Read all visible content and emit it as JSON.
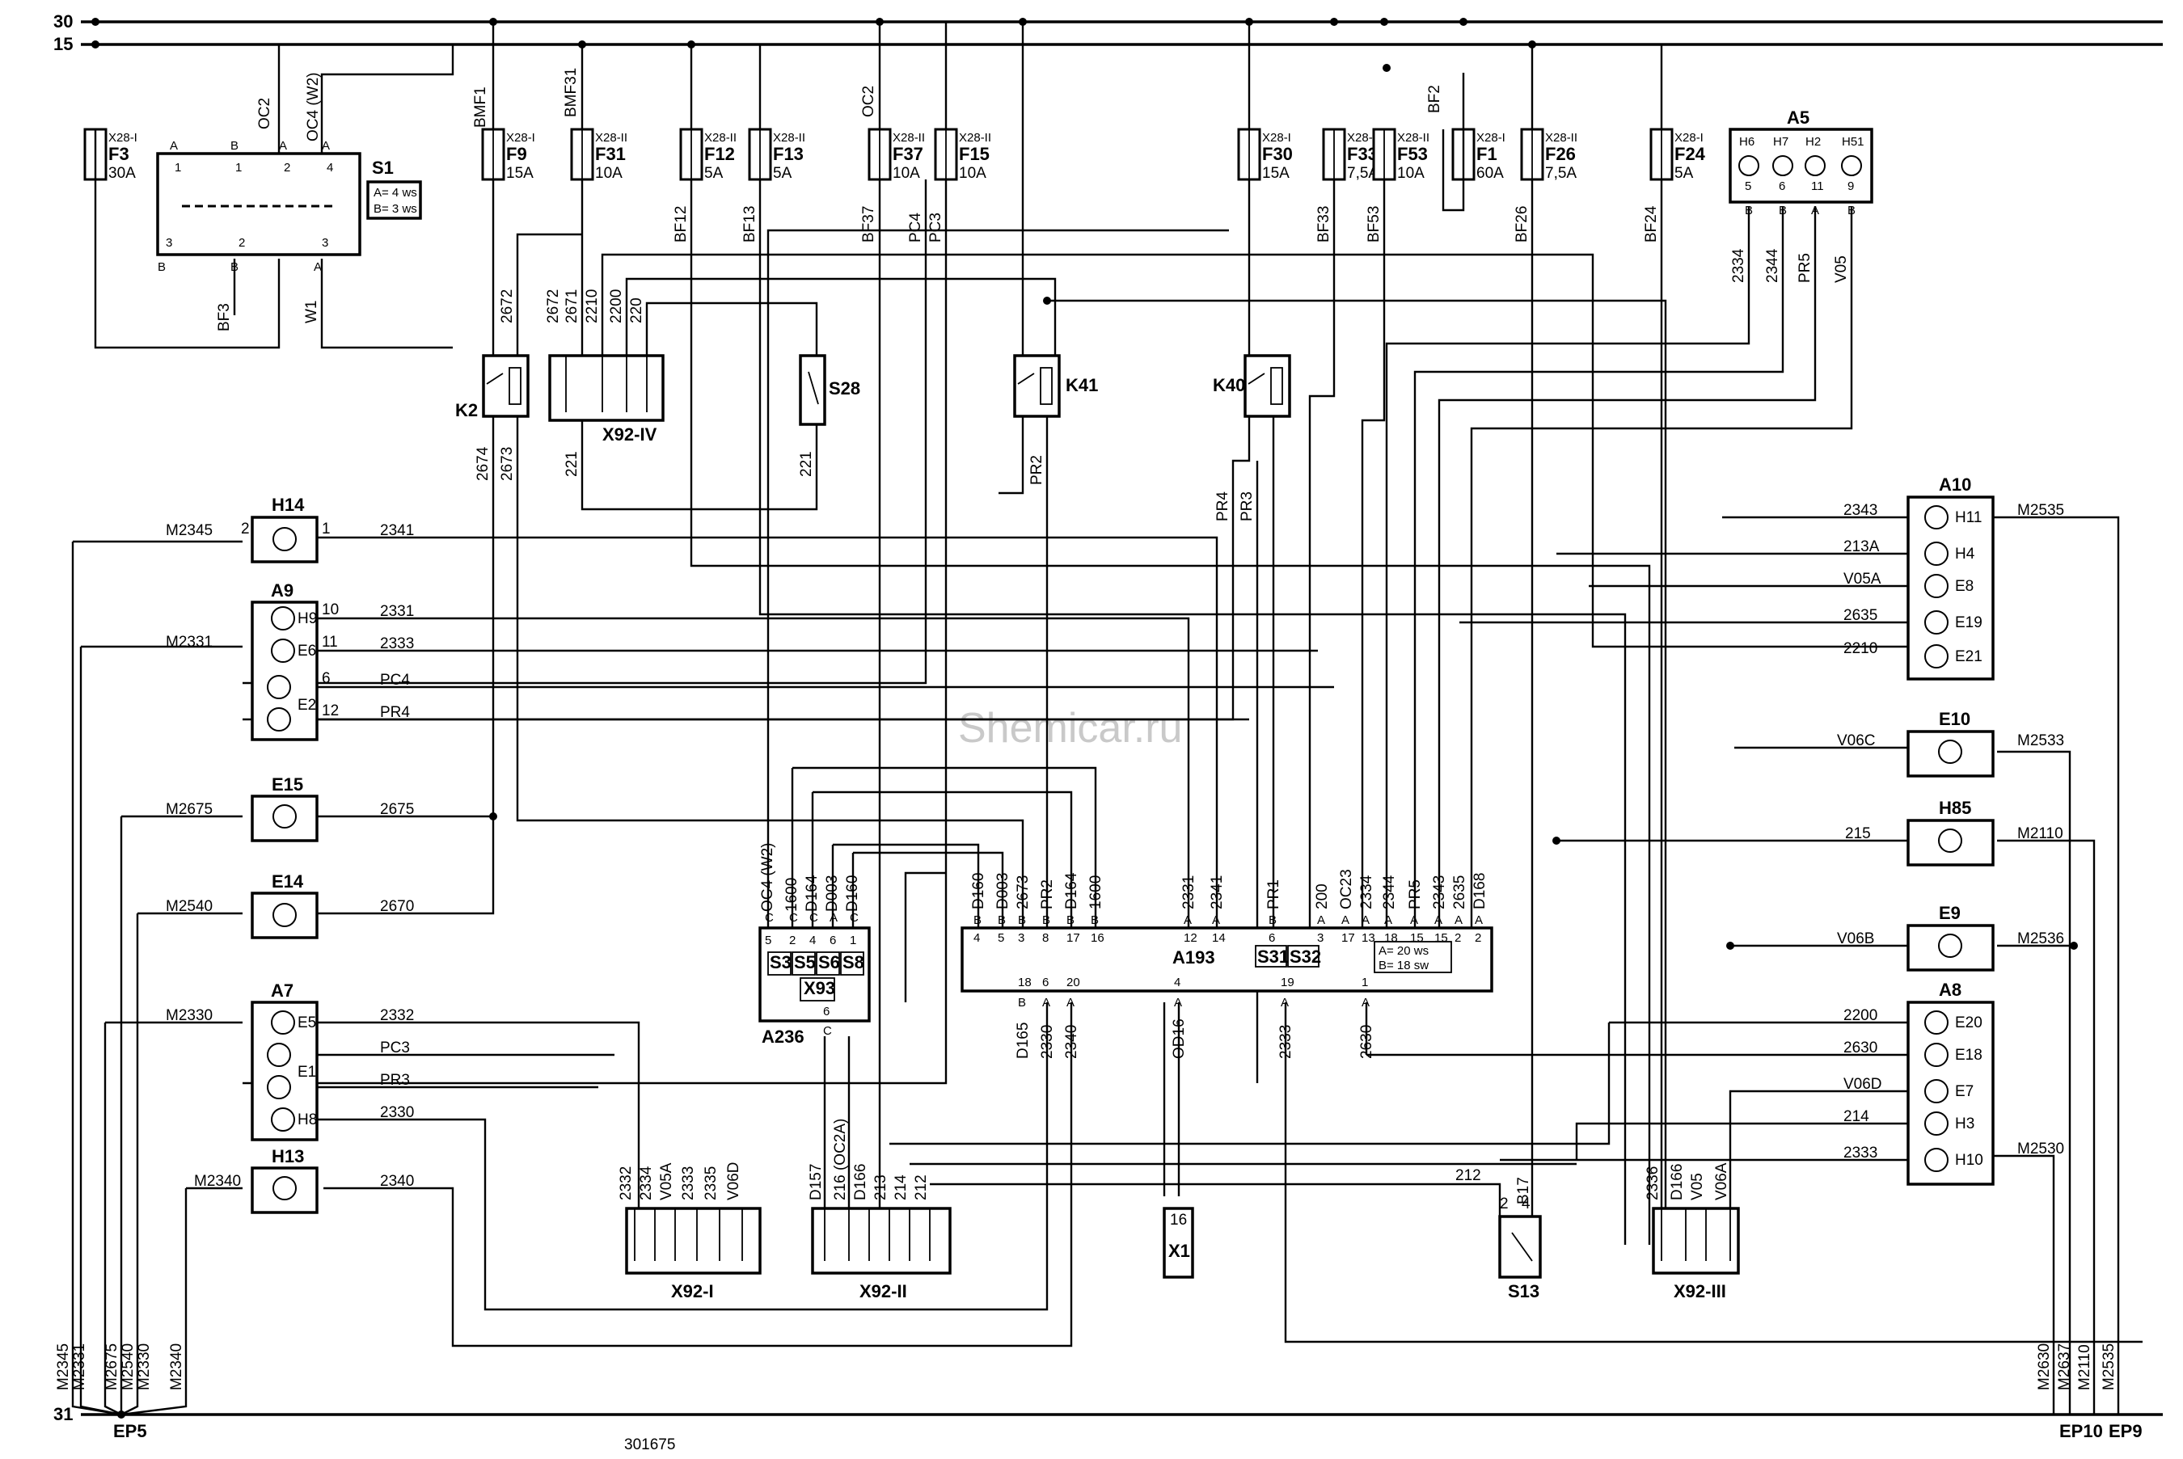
{
  "watermark": "Shemicar.ru",
  "drawing_number": "301675",
  "rails": {
    "r30": "30",
    "r15": "15",
    "r31": "31"
  },
  "ground_points": [
    "EP5",
    "EP10",
    "EP9"
  ],
  "fuses": [
    {
      "conn": "X28-I",
      "name": "F3",
      "rating": "30A"
    },
    {
      "conn": "X28-I",
      "name": "F9",
      "rating": "15A"
    },
    {
      "conn": "X28-II",
      "name": "F31",
      "rating": "10A"
    },
    {
      "conn": "X28-II",
      "name": "F12",
      "rating": "5A"
    },
    {
      "conn": "X28-II",
      "name": "F13",
      "rating": "5A"
    },
    {
      "conn": "X28-II",
      "name": "F37",
      "rating": "10A"
    },
    {
      "conn": "X28-II",
      "name": "F15",
      "rating": "10A"
    },
    {
      "conn": "X28-I",
      "name": "F30",
      "rating": "15A"
    },
    {
      "conn": "X28-II",
      "name": "F33",
      "rating": "7,5A"
    },
    {
      "conn": "X28-II",
      "name": "F53",
      "rating": "10A"
    },
    {
      "conn": "X28-I",
      "name": "F1",
      "rating": "60A"
    },
    {
      "conn": "X28-II",
      "name": "F26",
      "rating": "7,5A"
    },
    {
      "conn": "X28-I",
      "name": "F24",
      "rating": "5A"
    }
  ],
  "components": {
    "S1": {
      "name": "S1",
      "note_a": "A= 4 ws",
      "note_b": "B= 3 ws",
      "pins_top": [
        "A",
        "B",
        "A",
        "A"
      ],
      "pins_num": [
        "1",
        "1",
        "2",
        "4"
      ],
      "pins_bot": [
        "3",
        "2",
        "3"
      ],
      "pins_botl": [
        "B",
        "B",
        "A"
      ]
    },
    "K2": "K2",
    "K41": "K41",
    "K40": "K40",
    "S28": "S28",
    "X92IV": "X92-IV",
    "A5": {
      "name": "A5",
      "pins": [
        "H6",
        "H7",
        "H2",
        "H51"
      ],
      "nums": [
        "5",
        "6",
        "11",
        "9"
      ],
      "lets": [
        "B",
        "B",
        "A",
        "B"
      ]
    },
    "H14": "H14",
    "A9": "A9",
    "E15": "E15",
    "E14": "E14",
    "A7": "A7",
    "H13": "H13",
    "A10": "A10",
    "E10": "E10",
    "H85": "H85",
    "E9": "E9",
    "A8": "A8",
    "A236": {
      "name": "A236",
      "switches": [
        "S3",
        "S5",
        "S6",
        "S8"
      ],
      "x93": "X93",
      "pins": [
        "5",
        "2",
        "4",
        "6",
        "1"
      ],
      "lets": [
        "C",
        "C",
        "C",
        "A",
        "C"
      ],
      "p6": "6",
      "p6l": "C"
    },
    "A193": {
      "name": "A193",
      "s31": "S31",
      "s32": "S32",
      "note_a": "A= 20 ws",
      "note_b": "B= 18 sw"
    },
    "X92I": "X92-I",
    "X92II": "X92-II",
    "X1": "X1",
    "X1pin": "16",
    "S13": "S13",
    "X92III": "X92-III"
  },
  "wire_labels": {
    "top": [
      "OC2",
      "OC4 (W2)",
      "BMF1",
      "BMF31",
      "BF12",
      "BF13",
      "OC2",
      "PC4",
      "PC3",
      "BF37",
      "BF33",
      "BF53",
      "BF2",
      "BF26",
      "BF24",
      "BF3",
      "W1",
      "2672",
      "2672",
      "2671",
      "2210",
      "2200",
      "220",
      "221",
      "221",
      "2674",
      "2673",
      "PR2",
      "PR4",
      "PR3",
      "2334",
      "2344",
      "PR5",
      "V05"
    ],
    "left": [
      "M2345",
      "2341",
      "M2331",
      "2331",
      "2333",
      "PC4",
      "PR4",
      "M2675",
      "2675",
      "M2540",
      "2670",
      "M2330",
      "2332",
      "PC3",
      "PR3",
      "2330",
      "M2340",
      "2340"
    ],
    "right": [
      "2343",
      "213A",
      "V05A",
      "2635",
      "2210",
      "M2535",
      "V06C",
      "M2533",
      "215",
      "M2110",
      "V06B",
      "M2536",
      "2200",
      "2630",
      "V06D",
      "214",
      "2333",
      "M2530"
    ],
    "bottom_ground_left": [
      "M2345",
      "M2331",
      "M2675",
      "M2540",
      "M2330",
      "M2340"
    ],
    "bottom_ground_right": [
      "M2630",
      "M2637",
      "M2110",
      "M2535"
    ],
    "x92i": [
      "2332",
      "2334",
      "V05A",
      "2333",
      "2335",
      "V06D"
    ],
    "x92ii": [
      "D157",
      "216 (OC2A)",
      "D166",
      "213",
      "214",
      "212"
    ],
    "x92iii": [
      "2336",
      "D166",
      "V05",
      "V06A"
    ],
    "a236": [
      "OC4 (W2)",
      "1600",
      "D164",
      "D003",
      "D160"
    ],
    "a193_top": [
      "D160",
      "D003",
      "2673",
      "PR2",
      "D164",
      "1600",
      "2331",
      "2341",
      "PR1",
      "200",
      "OC23",
      "2334",
      "2344",
      "PR5",
      "2343",
      "2635",
      "D168"
    ],
    "a193_bottom": [
      "D165",
      "2330",
      "2340",
      "OD16",
      "2333",
      "2630"
    ],
    "s13": [
      "212",
      "B17"
    ]
  },
  "pin_labels": {
    "a193_top_nums": [
      "4",
      "5",
      "3",
      "8",
      "17",
      "16",
      "12",
      "14",
      "6",
      "3",
      "17",
      "13",
      "18",
      "15",
      "15",
      "2",
      "2"
    ],
    "a193_top_lets": [
      "B",
      "B",
      "B",
      "B",
      "B",
      "B",
      "A",
      "A",
      "B",
      "A",
      "A",
      "A",
      "A",
      "A",
      "A",
      "A",
      "A"
    ],
    "a193_bot_nums": [
      "18",
      "6",
      "20",
      "4",
      "19",
      "1"
    ],
    "a193_bot_lets": [
      "B",
      "A",
      "A",
      "A",
      "A",
      "A"
    ],
    "lamp_pins": [
      "H9",
      "E6",
      "E2",
      "E5",
      "E1",
      "H8",
      "H11",
      "H4",
      "E8",
      "E19",
      "E21",
      "E20",
      "E18",
      "E7",
      "H3",
      "H10"
    ],
    "pin_nums": [
      "1",
      "2",
      "10",
      "11",
      "6",
      "12"
    ],
    "s13_pins": [
      "2",
      "4"
    ]
  }
}
